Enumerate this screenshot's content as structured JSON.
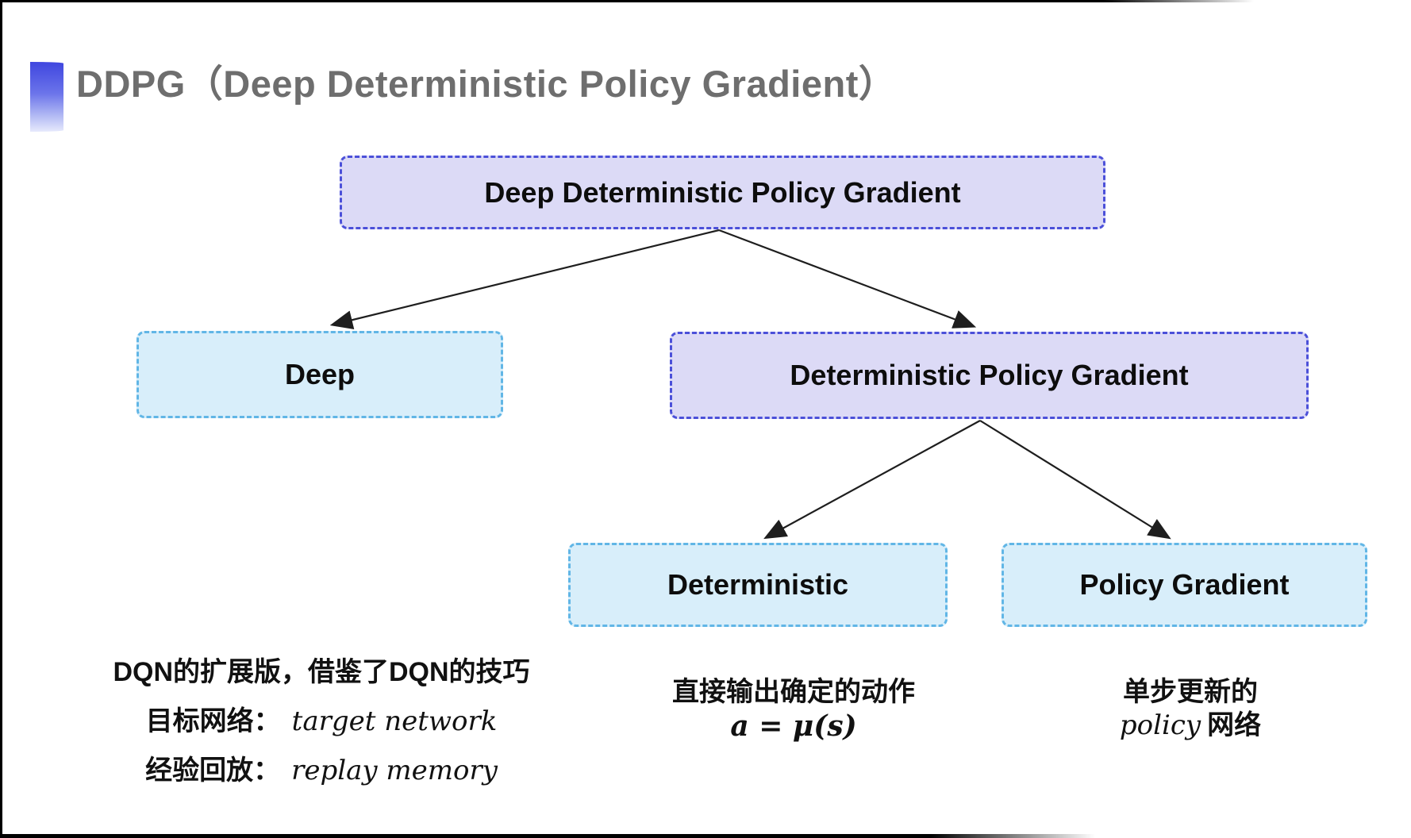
{
  "title": {
    "text": "DDPG（Deep Deterministic Policy Gradient）",
    "color": "#6e6e6e"
  },
  "tree": {
    "nodes": [
      {
        "id": "root",
        "label": "Deep Deterministic Policy Gradient",
        "style": "purple"
      },
      {
        "id": "deep",
        "label": "Deep",
        "style": "cyan"
      },
      {
        "id": "dpg",
        "label": "Deterministic Policy Gradient",
        "style": "purple"
      },
      {
        "id": "deterministic",
        "label": "Deterministic",
        "style": "cyan"
      },
      {
        "id": "policy_gradient",
        "label": "Policy Gradient",
        "style": "cyan"
      }
    ],
    "colors": {
      "purple_fill": "#dcdaf6",
      "purple_border": "#4b50d9",
      "cyan_fill": "#d8eefa",
      "cyan_border": "#61b6e6",
      "arrow": "#1e1e1e",
      "bullet_blue": "#3f46df"
    }
  },
  "notes": {
    "deep": {
      "line1": "DQN的扩展版，借鉴了DQN的技巧",
      "target_label": "目标网络：",
      "target_term": "target network",
      "replay_label": "经验回放：",
      "replay_term": "replay memory"
    },
    "deterministic": {
      "line1": "直接输出确定的动作",
      "formula": "a = μ(s)"
    },
    "policy_gradient": {
      "line1": "单步更新的",
      "term": "policy",
      "suffix": "网络"
    }
  }
}
